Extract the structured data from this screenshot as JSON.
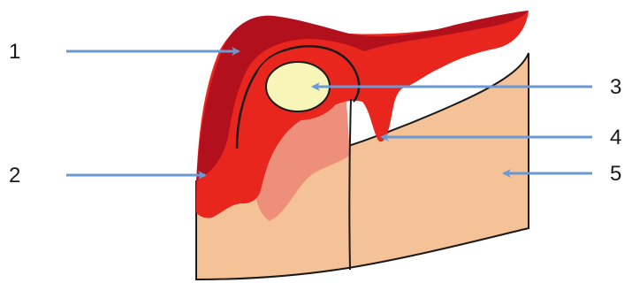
{
  "labels": {
    "l1": "1",
    "l2": "2",
    "l3": "3",
    "l4": "4",
    "l5": "5"
  },
  "colors": {
    "skin": "#f4c296",
    "lesion_pink": "#ee8f7b",
    "outer_red": "#e9261e",
    "dark_red": "#b2101c",
    "capsule_yellow": "#f8f5b9",
    "arrow_blue": "#6a9ad6",
    "outline": "#1a1a1a"
  }
}
